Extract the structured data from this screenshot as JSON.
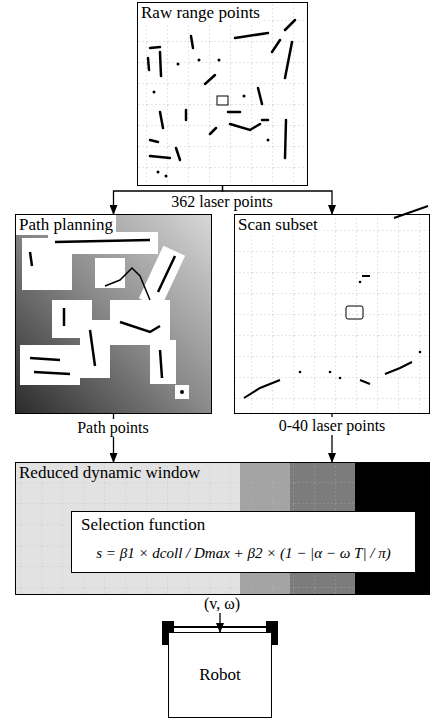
{
  "diagram": {
    "nodes": [
      {
        "text": [
          "Raw range points"
        ]
      },
      {
        "text": [
          "Path planning"
        ]
      },
      {
        "text": [
          "Scan subset"
        ]
      },
      {
        "text": [
          "Reduced dynamic window"
        ]
      },
      {
        "text": [
          "Selection function",
          "s = β1 × dcoll / Dmax + β2 × (1 − |α − ω T| / π)"
        ],
        "in": 3
      },
      {
        "text": [
          "Robot"
        ]
      }
    ],
    "edges": [
      {
        "from": 0,
        "to": 1,
        "arrow": "to"
      },
      {
        "from": 0,
        "to": 2,
        "arrow": "to"
      },
      {
        "from": 1,
        "to": 3,
        "label": "Path points",
        "arrow": "to"
      },
      {
        "from": 2,
        "to": 3,
        "label": "0-40 laser points",
        "arrow": "to"
      },
      {
        "from": 3,
        "to": 5,
        "label": "(v, ω)",
        "arrow": "to"
      }
    ],
    "labels": [
      "362 laser points"
    ]
  }
}
